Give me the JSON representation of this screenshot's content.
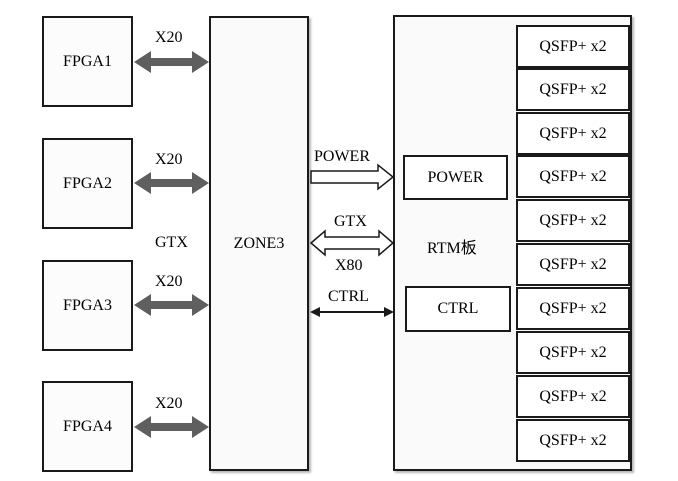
{
  "fpgas": [
    "FPGA1",
    "FPGA2",
    "FPGA3",
    "FPGA4"
  ],
  "fpga_link_labels": [
    "X20",
    "X20",
    "X20",
    "X20"
  ],
  "gtx_left_label": "GTX",
  "zone": "ZONE3",
  "links": {
    "power": "POWER",
    "gtx": "GTX",
    "gtx_width": "X80",
    "ctrl": "CTRL"
  },
  "rtm": {
    "label": "RTM板",
    "power_block": "POWER",
    "ctrl_block": "CTRL"
  },
  "qsfp_ports": [
    "QSFP+ x2",
    "QSFP+ x2",
    "QSFP+ x2",
    "QSFP+ x2",
    "QSFP+ x2",
    "QSFP+ x2",
    "QSFP+ x2",
    "QSFP+ x2",
    "QSFP+ x2",
    "QSFP+ x2"
  ],
  "colors": {
    "bidir_arrow": "#5f5f5f",
    "border": "#1a1a1a"
  }
}
